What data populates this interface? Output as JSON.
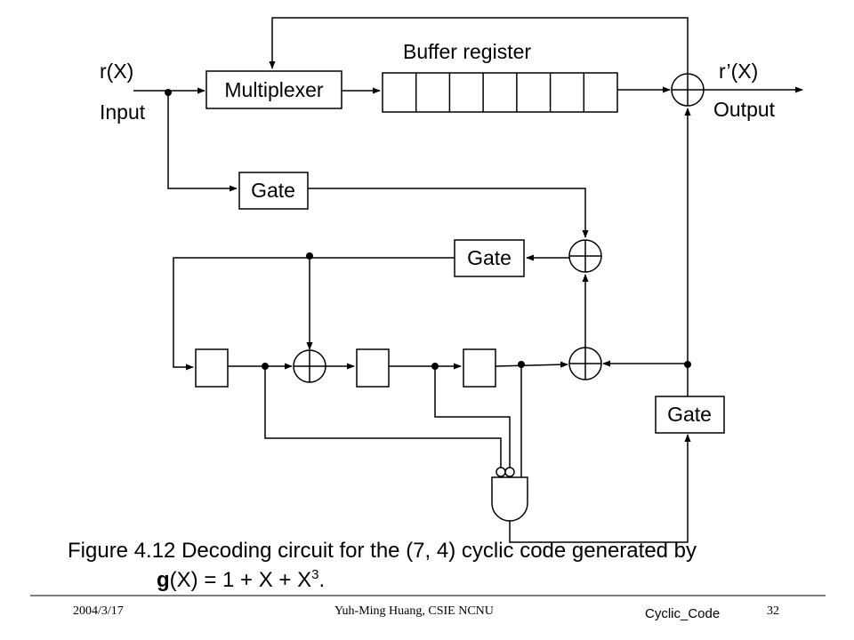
{
  "diagram": {
    "buffer_label": "Buffer register",
    "input_symbol": "r(X)",
    "input_label": "Input",
    "output_symbol": "r’(X)",
    "output_label": "Output",
    "multiplexer_label": "Multiplexer",
    "gate_label": "Gate",
    "buffer_cells": 7,
    "syndrome_cells": 3
  },
  "caption": {
    "line1": "Figure 4.12 Decoding circuit for the (7, 4) cyclic code generated by",
    "poly_bold": "g",
    "poly_rest": "(X) = 1 + X + X",
    "poly_sup": "3",
    "poly_end": "."
  },
  "footer": {
    "date": "2004/3/17",
    "author": "Yuh-Ming Huang, CSIE NCNU",
    "topic": "Cyclic_Code",
    "page": "32"
  }
}
